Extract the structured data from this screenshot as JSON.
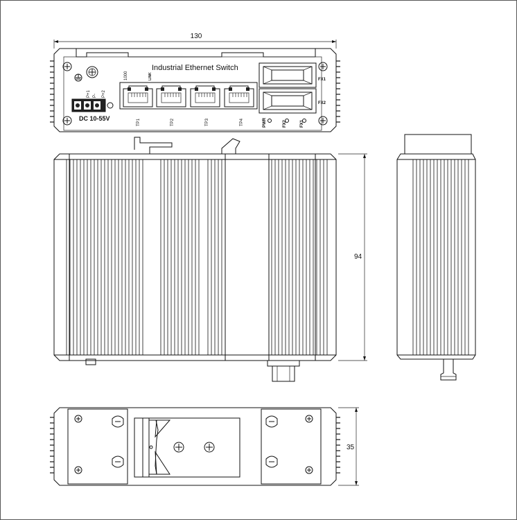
{
  "dimensions": {
    "width": "130",
    "height": "94",
    "depth": "35"
  },
  "front_panel": {
    "title": "Industrial Ethernet Switch",
    "power_input": "DC 10-55V",
    "terminal_labels": [
      "P+1",
      "P-",
      "P+2"
    ],
    "led_labels": [
      "1000",
      "LINK"
    ],
    "tp_ports": [
      "TP1",
      "TP2",
      "TP3",
      "TP4"
    ],
    "fx_ports": [
      "FX1",
      "FX2"
    ],
    "status_leds": [
      "PWR",
      "FX2",
      "FX1"
    ]
  }
}
